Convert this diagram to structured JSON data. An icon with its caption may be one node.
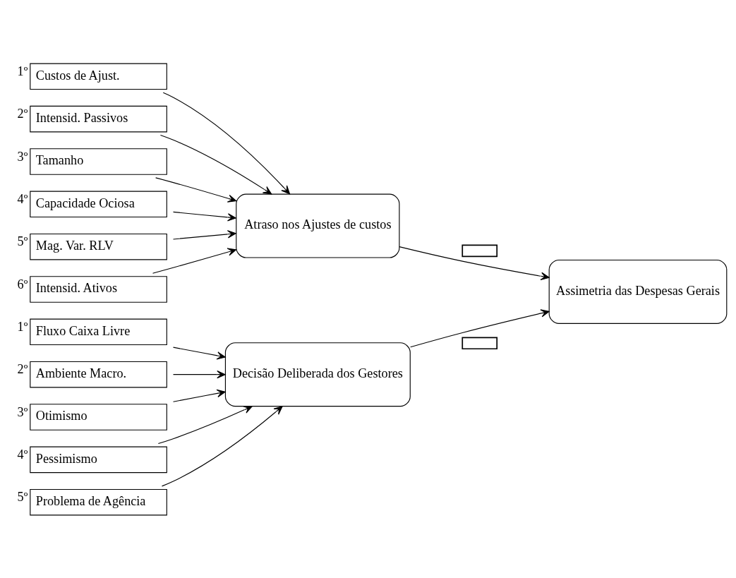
{
  "diagram": {
    "nodes": [
      {
        "text": [
          "Custos de Ajust."
        ],
        "beside": [
          "1º"
        ]
      },
      {
        "text": [
          "Intensid. Passivos"
        ],
        "beside": [
          "2º"
        ]
      },
      {
        "text": [
          "Tamanho"
        ],
        "beside": [
          "3º"
        ]
      },
      {
        "text": [
          "Capacidade Ociosa"
        ],
        "beside": [
          "4º"
        ]
      },
      {
        "text": [
          "Mag. Var. RLV"
        ],
        "beside": [
          "5º"
        ]
      },
      {
        "text": [
          "Intensid. Ativos"
        ],
        "beside": [
          "6º"
        ]
      },
      {
        "text": [
          "Atraso nos Ajustes de custos"
        ]
      },
      {
        "text": [],
        "shape": "box"
      },
      {
        "text": [],
        "shape": "box"
      },
      {
        "text": [
          "Assimetria das Despesas Gerais"
        ]
      },
      {
        "text": [
          "Fluxo Caixa Livre"
        ],
        "beside": [
          "1º"
        ]
      },
      {
        "text": [
          "Ambiente Macro."
        ],
        "beside": [
          "2º"
        ]
      },
      {
        "text": [
          "Otimismo"
        ],
        "beside": [
          "3º"
        ]
      },
      {
        "text": [
          "Pessimismo"
        ],
        "beside": [
          "4º"
        ]
      },
      {
        "text": [
          "Problema de Agência"
        ],
        "beside": [
          "5º"
        ]
      },
      {
        "text": [
          "Decisão Deliberada dos Gestores"
        ]
      }
    ],
    "edges": [
      {
        "from": 0,
        "to": 6,
        "arrow": "to"
      },
      {
        "from": 1,
        "to": 6,
        "arrow": "to"
      },
      {
        "from": 2,
        "to": 6,
        "arrow": "to"
      },
      {
        "from": 3,
        "to": 6,
        "arrow": "to"
      },
      {
        "from": 4,
        "to": 6,
        "arrow": "to"
      },
      {
        "from": 5,
        "to": 6,
        "arrow": "to"
      },
      {
        "from": 6,
        "to": 9,
        "arrow": "to"
      },
      {
        "from": 10,
        "to": 15,
        "arrow": "to"
      },
      {
        "from": 11,
        "to": 15,
        "arrow": "to"
      },
      {
        "from": 12,
        "to": 15,
        "arrow": "to"
      },
      {
        "from": 13,
        "to": 15,
        "arrow": "to"
      },
      {
        "from": 14,
        "to": 15,
        "arrow": "to"
      },
      {
        "from": 15,
        "to": 9,
        "arrow": "to"
      }
    ]
  }
}
